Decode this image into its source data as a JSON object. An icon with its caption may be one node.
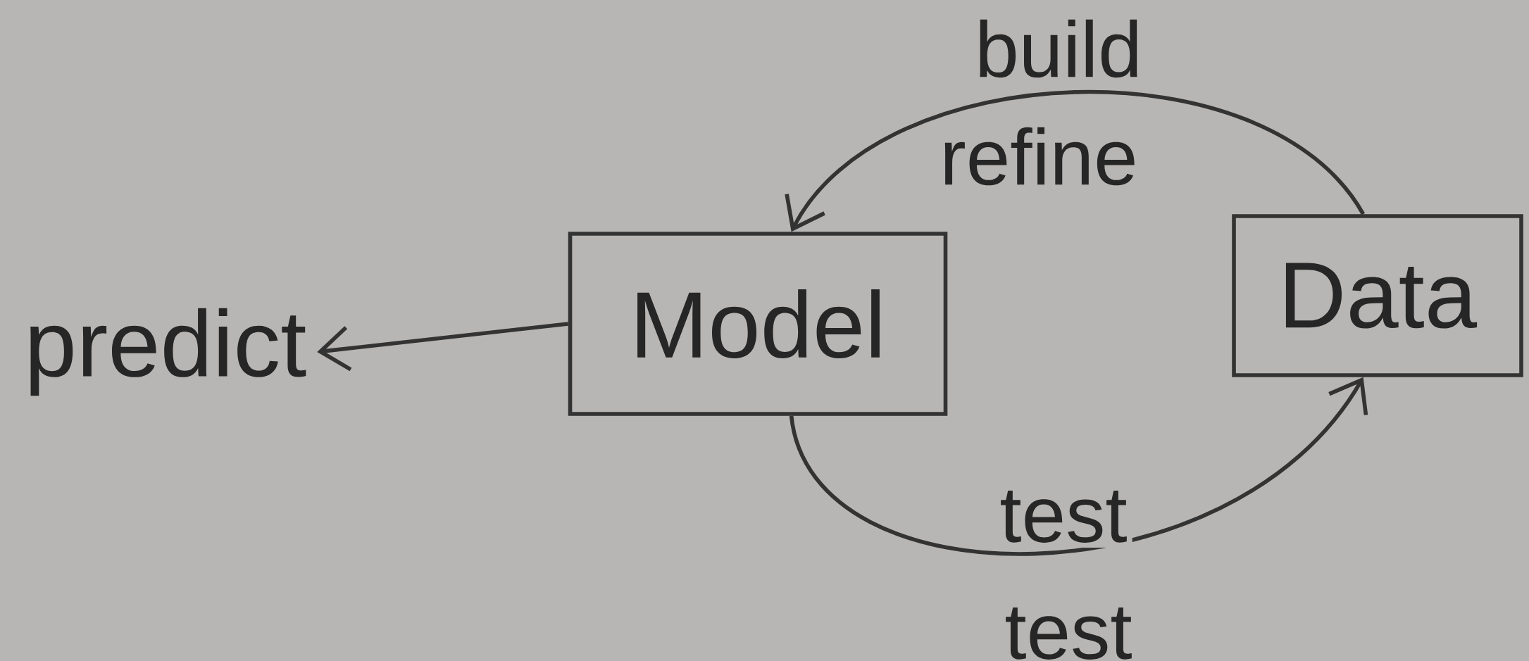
{
  "diagram": {
    "nodes": [
      {
        "text": [
          "predict"
        ]
      },
      {
        "text": [
          "Model"
        ]
      },
      {
        "text": [
          "Data"
        ]
      }
    ],
    "edges": [
      {
        "from": 1,
        "to": 0,
        "arrow": "to"
      },
      {
        "from": 2,
        "to": 1,
        "arrow": "to",
        "label": "build"
      },
      {
        "from": 1,
        "to": 2,
        "arrow": "to",
        "label": "test"
      }
    ],
    "labels": [
      "refine",
      "test"
    ]
  }
}
